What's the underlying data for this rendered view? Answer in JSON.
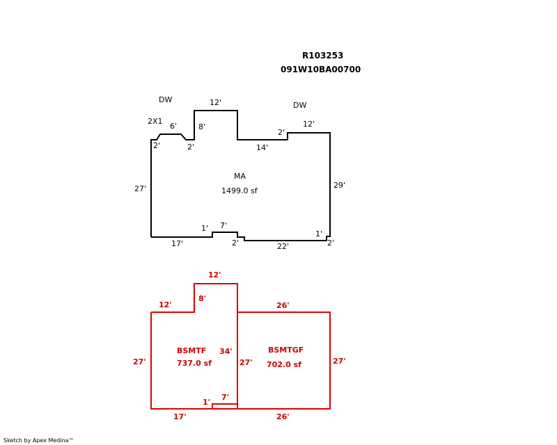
{
  "header": {
    "account": "R103253",
    "map_tax_lot": "091W10BA00700"
  },
  "main_area": {
    "name": "MA",
    "area": "1499.0 sf",
    "labels": {
      "dw_left": "DW",
      "dw_right": "DW",
      "size_2x1": "2X1",
      "d6": "6'",
      "d8": "8'",
      "d12_top": "12'",
      "d2_left_top": "2'",
      "d2_notch": "2'",
      "d14": "14'",
      "d2_step": "2'",
      "d12_right": "12'",
      "d27": "27'",
      "d29": "29'",
      "d1_left": "1'",
      "d7": "7'",
      "d17": "17'",
      "d2_bottom_mid": "2'",
      "d22": "22'",
      "d1_right": "1'",
      "d2_bottom_right": "2'"
    }
  },
  "basement_finished": {
    "name": "BSMTF",
    "area": "737.0 sf",
    "labels": {
      "d12_top": "12'",
      "d12_left": "12'",
      "d8": "8'",
      "d34": "34'",
      "d27_left": "27'",
      "d27_right": "27'",
      "d1": "1'",
      "d7": "7'",
      "d17": "17'"
    }
  },
  "basement_garage": {
    "name": "BSMTGF",
    "area": "702.0 sf",
    "labels": {
      "d26_top": "26'",
      "d27": "27'",
      "d26_bottom": "26'"
    }
  },
  "footer": {
    "credit": "Sketch by Apex Medina™"
  },
  "colors": {
    "main_outline": "#000000",
    "basement_outline": "#dd0000",
    "basement_text": "#cc0000"
  }
}
